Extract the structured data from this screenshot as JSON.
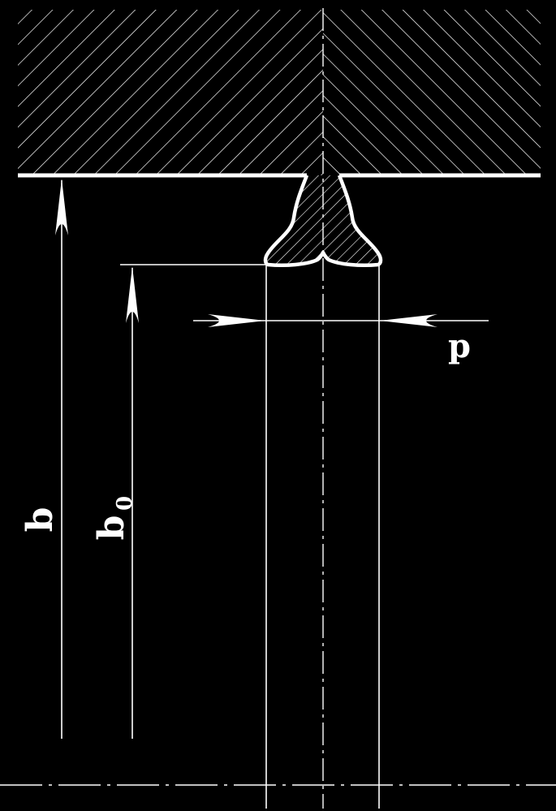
{
  "labels": {
    "b": "b",
    "b0_main": "b",
    "b0_sub": "0",
    "p": "p"
  },
  "colors": {
    "background": "#000000",
    "line": "#ffffff"
  }
}
